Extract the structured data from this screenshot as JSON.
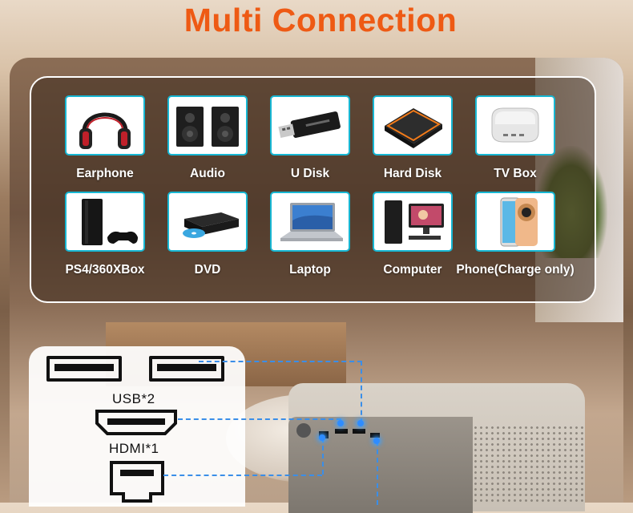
{
  "title": "Multi Connection",
  "devices": [
    {
      "label": "Earphone",
      "icon": "headphones-icon"
    },
    {
      "label": "Audio",
      "icon": "speakers-icon"
    },
    {
      "label": "U Disk",
      "icon": "usb-drive-icon"
    },
    {
      "label": "Hard Disk",
      "icon": "hard-disk-icon"
    },
    {
      "label": "TV Box",
      "icon": "tv-box-icon"
    },
    {
      "label": "PS4/360XBox",
      "icon": "game-console-icon"
    },
    {
      "label": "DVD",
      "icon": "dvd-player-icon"
    },
    {
      "label": "Laptop",
      "icon": "laptop-icon"
    },
    {
      "label": "Computer",
      "icon": "desktop-computer-icon"
    },
    {
      "label": "Phone(Charge only)",
      "icon": "smartphone-icon"
    }
  ],
  "ports": {
    "usb_label": "USB*2",
    "hdmi_label": "HDMI*1"
  },
  "colors": {
    "title": "#ee5a14",
    "card_border": "#17b7d3",
    "led": "#2f8cff"
  }
}
